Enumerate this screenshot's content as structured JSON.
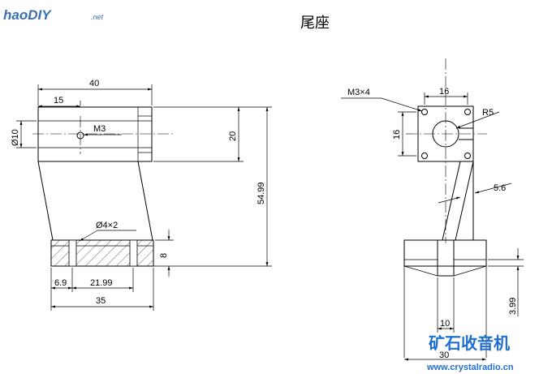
{
  "title": "尾座",
  "watermark": {
    "site_logo": "haoDIY",
    "site_logo_suffix": ".net",
    "brand": "矿石收音机",
    "url": "www.crystalradio.cn"
  },
  "left_view": {
    "dims": {
      "width_40": "40",
      "offset_15": "15",
      "dia_10": "Ø10",
      "thread_m3": "M3",
      "height_20": "20",
      "height_54_99": "54.99",
      "holes_4x2": "Ø4×2",
      "base_8": "8",
      "pos_6_9": "6.9",
      "pos_21_99": "21.99",
      "base_35": "35"
    }
  },
  "right_view": {
    "dims": {
      "thread_m3x4": "M3×4",
      "width_16": "16",
      "height_16": "16",
      "radius_r5": "R5",
      "arm_5_6": "5.6",
      "height_3_99": "3.99",
      "slot_10": "10",
      "base_30": "30"
    }
  }
}
